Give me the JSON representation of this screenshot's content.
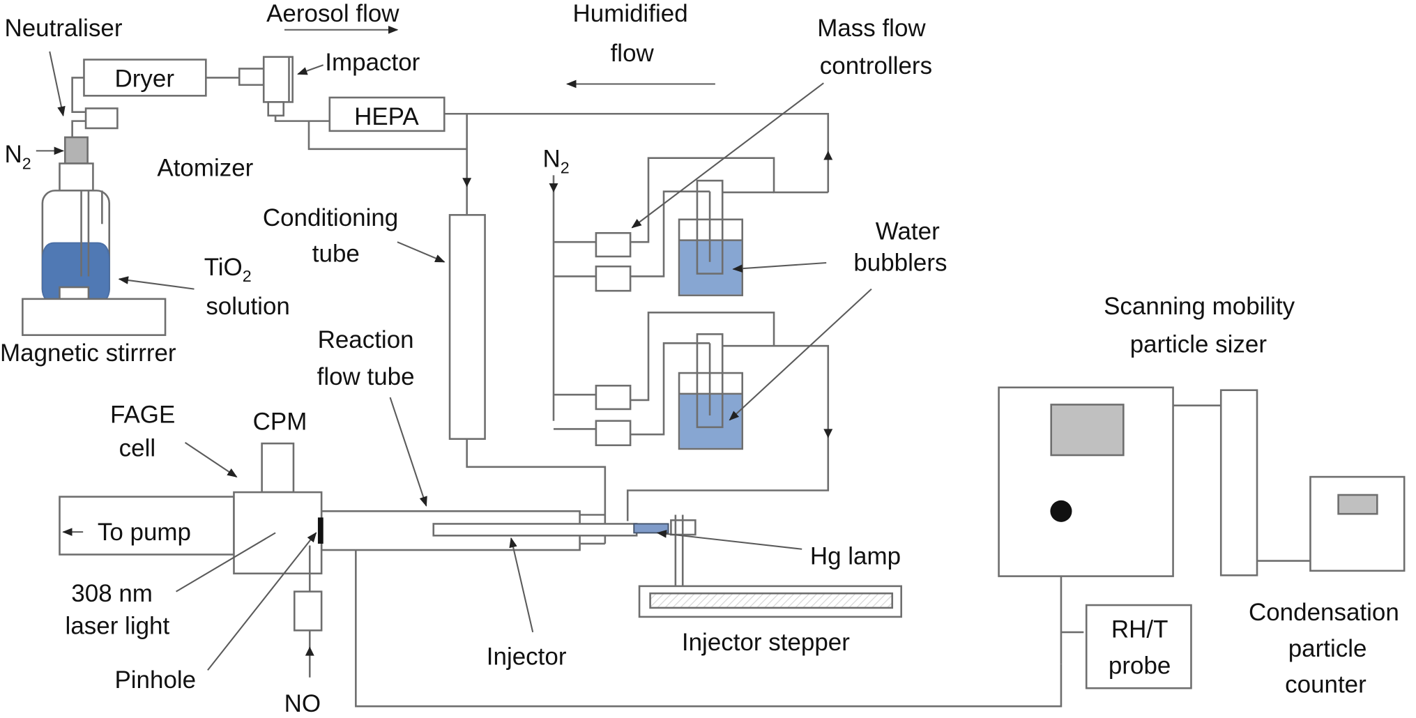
{
  "figure": {
    "title": "Experimental setup: aerosol flow tube with FAGE detection and SMPS sizing",
    "colors": {
      "line": "#6e6e6e",
      "solution_fill": "#5079b4",
      "water_fill": "#87a6d2",
      "display_fill": "#c0c0c0",
      "gas_fill": "#b8b8b8",
      "lamp_fill": "#7f9bc9",
      "text": "#111111"
    }
  },
  "labels": {
    "neutraliser": "Neutraliser",
    "aerosol_flow": "Aerosol flow",
    "humidified_flow_1": "Humidified",
    "humidified_flow_2": "flow",
    "mass_flow_1": "Mass flow",
    "mass_flow_2": "controllers",
    "dryer": "Dryer",
    "impactor": "Impactor",
    "hepa": "HEPA",
    "n2_left": "N",
    "n2_left_sub": "2",
    "n2_mid": "N",
    "n2_mid_sub": "2",
    "atomizer": "Atomizer",
    "tio2": "TiO",
    "tio2_sub": "2",
    "solution": "solution",
    "magnetic_stirrer": "Magnetic stirrrer",
    "conditioning_1": "Conditioning",
    "conditioning_2": "tube",
    "water_bubblers_1": "Water",
    "water_bubblers_2": "bubblers",
    "reaction_1": "Reaction",
    "reaction_2": "flow tube",
    "fage_1": "FAGE",
    "fage_2": "cell",
    "cpm": "CPM",
    "to_pump": "To pump",
    "laser_1": "308 nm",
    "laser_2": "laser light",
    "pinhole": "Pinhole",
    "no": "NO",
    "injector": "Injector",
    "hg_lamp": "Hg lamp",
    "injector_stepper": "Injector stepper",
    "smps_1": "Scanning mobility",
    "smps_2": "particle sizer",
    "rht_1": "RH/T",
    "rht_2": "probe",
    "cpc_1": "Condensation",
    "cpc_2": "particle",
    "cpc_3": "counter"
  }
}
